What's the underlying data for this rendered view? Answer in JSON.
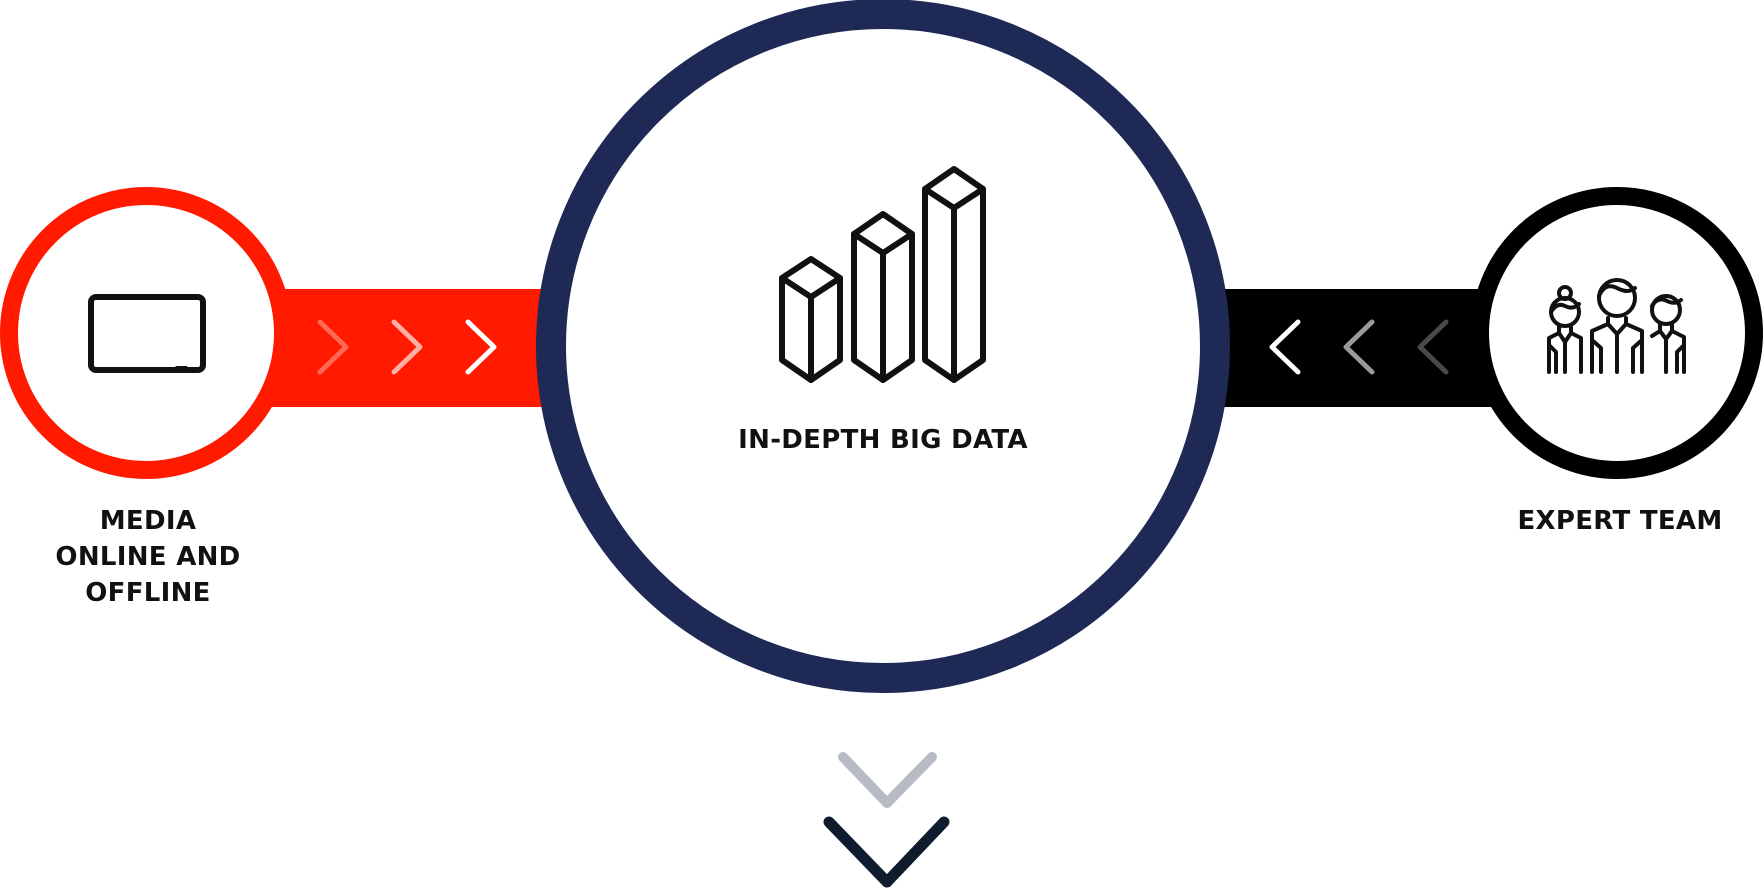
{
  "colors": {
    "media_accent": "#ff1a00",
    "center_ring": "#1e2955",
    "expert_accent": "#000000",
    "icon_stroke": "#111111",
    "arrow_light": "#b7bcc4",
    "arrow_dark": "#0f1c2e"
  },
  "nodes": {
    "media": {
      "icon": "tablet-icon",
      "label_line1": "MEDIA",
      "label_line2": "ONLINE AND OFFLINE"
    },
    "center": {
      "icon": "bar-chart-3d-icon",
      "label": "IN-DEPTH BIG DATA"
    },
    "expert": {
      "icon": "team-icon",
      "label": "EXPERT TEAM"
    }
  },
  "flow": {
    "left_connector_arrows": [
      "chevron-right-icon",
      "chevron-right-icon",
      "chevron-right-icon"
    ],
    "right_connector_arrows": [
      "chevron-left-icon",
      "chevron-left-icon",
      "chevron-left-icon"
    ],
    "down_arrows": [
      "chevron-down-icon",
      "chevron-down-icon"
    ]
  }
}
